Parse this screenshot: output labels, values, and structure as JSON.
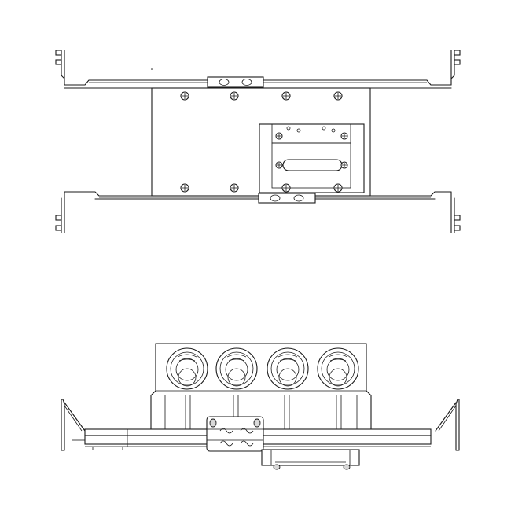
{
  "figure": {
    "background": "#ffffff",
    "line_color": "#1a1a1a",
    "views": [
      {
        "id": "top-view",
        "screw_count": 8,
        "bracket_foot_count": 4
      },
      {
        "id": "front-view",
        "knockout_count": 4,
        "clamp_screw_count": 4
      }
    ]
  }
}
